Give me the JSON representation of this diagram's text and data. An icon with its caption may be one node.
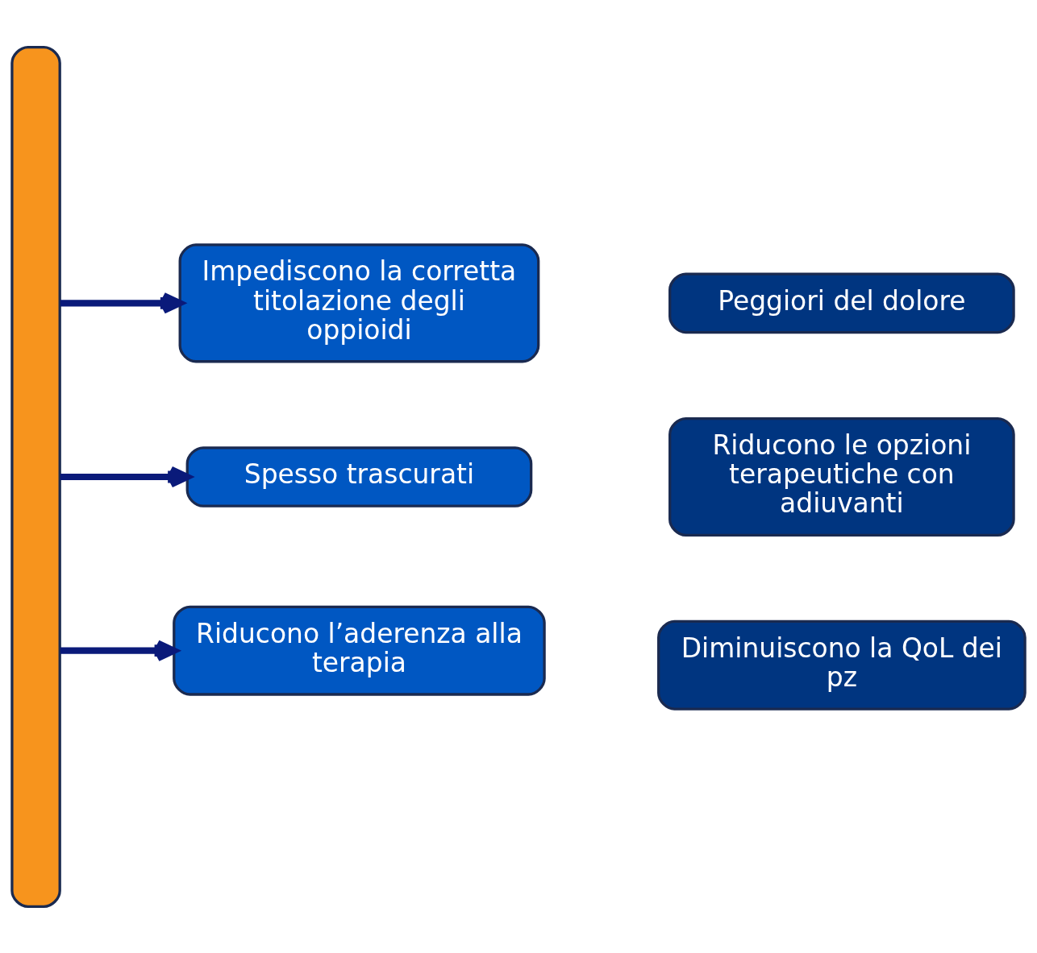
{
  "diagram": {
    "nodes": [
      {
        "text": [],
        "shape": "box"
      },
      {
        "text": [
          "Impediscono la corretta titolazione degli oppioidi"
        ]
      },
      {
        "text": [
          "Peggiori del dolore"
        ]
      },
      {
        "text": [
          "Spesso trascurati"
        ]
      },
      {
        "text": [
          "Riducono le opzioni terapeutiche con adiuvanti"
        ]
      },
      {
        "text": [
          "Riducono l’aderenza alla terapia"
        ]
      },
      {
        "text": [
          "Diminuiscono la QoL dei pz"
        ]
      }
    ],
    "edges": [
      {
        "from": 0,
        "to": 1,
        "arrow": "to"
      },
      {
        "from": 0,
        "to": 3,
        "arrow": "to"
      },
      {
        "from": 0,
        "to": 5,
        "arrow": "to"
      }
    ]
  }
}
